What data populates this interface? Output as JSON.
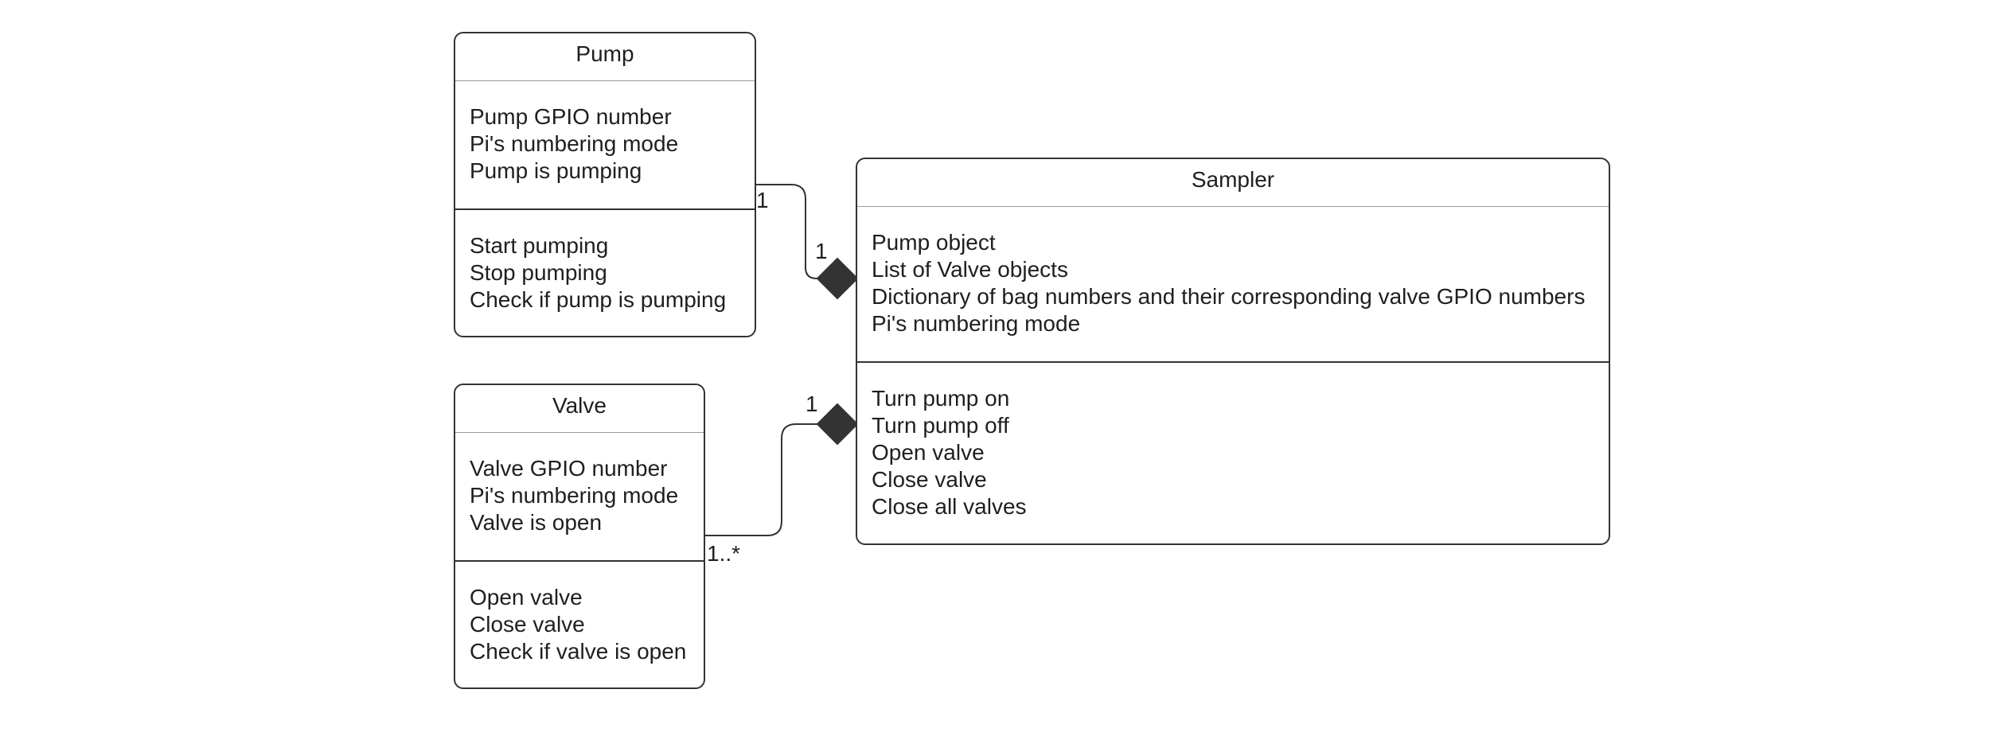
{
  "classes": {
    "pump": {
      "name": "Pump",
      "attributes": [
        "Pump GPIO number",
        "Pi's numbering mode",
        "Pump is pumping"
      ],
      "methods": [
        "Start pumping",
        "Stop pumping",
        "Check if pump is pumping"
      ]
    },
    "valve": {
      "name": "Valve",
      "attributes": [
        "Valve GPIO number",
        "Pi's numbering mode",
        "Valve is open"
      ],
      "methods": [
        "Open valve",
        "Close valve",
        "Check if valve is open"
      ]
    },
    "sampler": {
      "name": "Sampler",
      "attributes": [
        "Pump object",
        "List of Valve objects",
        "Dictionary of bag numbers and their corresponding valve GPIO numbers",
        "Pi's numbering mode"
      ],
      "methods": [
        "Turn pump on",
        "Turn pump off",
        "Open valve",
        "Close valve",
        "Close all valves"
      ]
    }
  },
  "relationships": {
    "pump_sampler": {
      "type": "composition",
      "source_multiplicity": "1",
      "target_multiplicity": "1"
    },
    "valve_sampler": {
      "type": "composition",
      "source_multiplicity": "1..*",
      "target_multiplicity": "1"
    }
  }
}
